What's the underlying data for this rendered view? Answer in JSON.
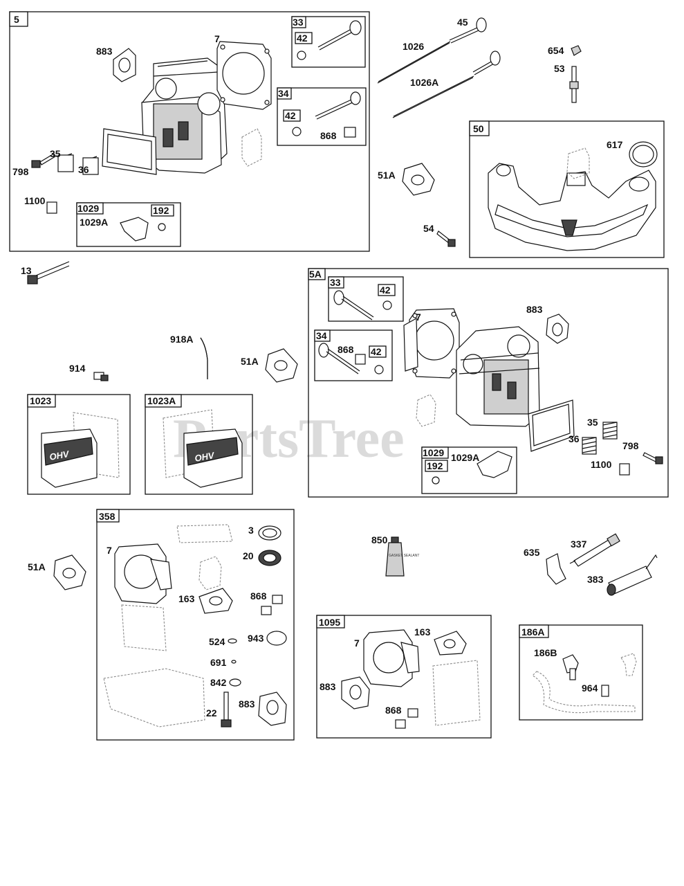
{
  "watermark": {
    "text": "PartsTree",
    "tm": "™"
  },
  "tube_text": "GASKET SEALANT",
  "ohv_text": "OHV",
  "groups": {
    "g5": "5",
    "g33a": "33",
    "g42a": "42",
    "g34a": "34",
    "g42b": "42",
    "g1029a": "1029",
    "g192a": "192",
    "g50": "50",
    "g5A": "5A",
    "g33b": "33",
    "g42c": "42",
    "g34b": "34",
    "g42d": "42",
    "g1029b": "1029",
    "g192b": "192",
    "g1023": "1023",
    "g1023A": "1023A",
    "g358": "358",
    "g1095": "1095",
    "g186A": "186A"
  },
  "labels": {
    "l883a": "883",
    "l7a": "7",
    "l35a": "35",
    "l36a": "36",
    "l798a": "798",
    "l1100a": "1100",
    "l1029Aa": "1029A",
    "l868a": "868",
    "l45": "45",
    "l1026": "1026",
    "l1026A": "1026A",
    "l654": "654",
    "l53": "53",
    "l617": "617",
    "l51Aa": "51A",
    "l54": "54",
    "l13": "13",
    "l918A": "918A",
    "l914": "914",
    "l51Ab": "51A",
    "l7b": "7",
    "l883b": "883",
    "l868b": "868",
    "l1029Ab": "1029A",
    "l35b": "35",
    "l36b": "36",
    "l798b": "798",
    "l1100b": "1100",
    "l51Ac": "51A",
    "l7c": "7",
    "l3": "3",
    "l20": "20",
    "l163a": "163",
    "l868c": "868",
    "l524": "524",
    "l943": "943",
    "l691": "691",
    "l842": "842",
    "l22": "22",
    "l883c": "883",
    "l850": "850",
    "l635": "635",
    "l337": "337",
    "l383": "383",
    "l7d": "7",
    "l163b": "163",
    "l883d": "883",
    "l868d": "868",
    "l186B": "186B",
    "l964": "964"
  }
}
